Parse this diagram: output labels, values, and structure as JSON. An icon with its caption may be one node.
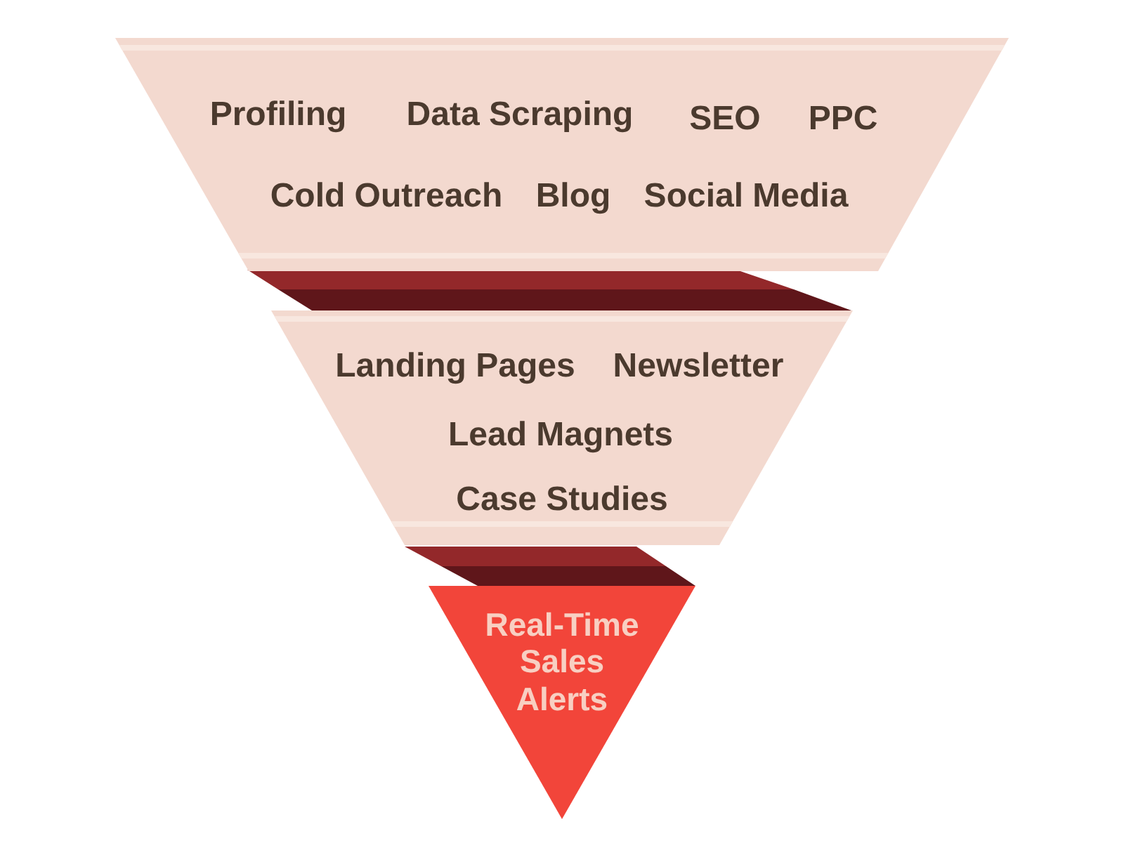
{
  "diagram": {
    "nodes": [
      {
        "text": [
          "Profiling",
          "Data Scraping",
          "SEO",
          "PPC",
          "Cold Outreach",
          "Blog",
          "Social Media"
        ]
      },
      {
        "text": [
          "Landing Pages",
          "Newsletter",
          "Lead Magnets",
          "Case Studies"
        ]
      },
      {
        "text": [
          "Real-Time Sales Alerts"
        ]
      }
    ]
  }
}
